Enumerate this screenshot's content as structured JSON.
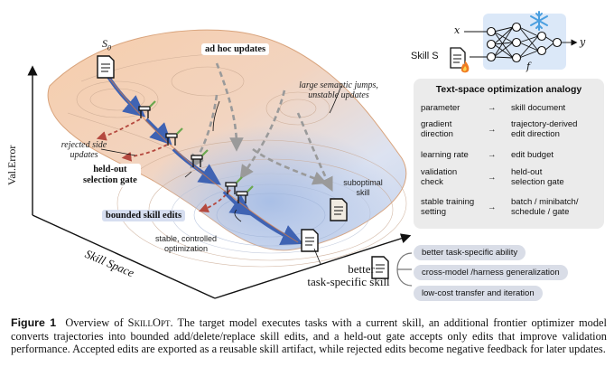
{
  "figure": {
    "axis_y_label": "Val.Error",
    "axis_x_label": "Skill Space",
    "s0_label": "S",
    "s0_sub": "0",
    "ad_hoc": "ad hoc updates",
    "large_jumps_line1": "large semantic jumps,",
    "large_jumps_line2": "unstable updates",
    "rejected_line1": "rejected side",
    "rejected_line2": "updates",
    "heldout_line1": "held-out",
    "heldout_line2": "selection gate",
    "bounded_edits": "bounded skill edits",
    "stable_line1": "stable, controlled",
    "stable_line2": "optimization",
    "suboptimal_line1": "suboptimal",
    "suboptimal_line2": "skill",
    "better_line1": "better",
    "better_line2": "task-specific skill",
    "model_x": "x",
    "model_y": "y",
    "model_f": "f",
    "model_skill": "Skill S"
  },
  "analogy": {
    "title": "Text-space optimization analogy",
    "arrow": "→",
    "rows": [
      {
        "left": [
          "parameter"
        ],
        "right": [
          "skill document"
        ]
      },
      {
        "left": [
          "gradient",
          "direction"
        ],
        "right": [
          "trajectory-derived",
          "edit direction"
        ]
      },
      {
        "left": [
          "learning rate"
        ],
        "right": [
          "edit budget"
        ]
      },
      {
        "left": [
          "validation",
          "check"
        ],
        "right": [
          "held-out",
          "selection gate"
        ]
      },
      {
        "left": [
          "stable training",
          "setting"
        ],
        "right": [
          "batch / minibatch/",
          "schedule / gate"
        ]
      }
    ]
  },
  "benefits": [
    "better task-specific ability",
    "cross-model /harness generalization",
    "low-cost transfer and iteration"
  ],
  "caption": {
    "label": "Figure 1",
    "prefix": "Overview of ",
    "name": "SkillOpt",
    "body": ". The target model executes tasks with a current skill, an additional frontier optimizer model converts trajectories into bounded add/delete/replace skill edits, and a held-out gate accepts only edits that improve validation performance. Accepted edits are exported as a reusable skill artifact, while rejected edits become negative feedback for later updates."
  },
  "colors": {
    "surface_peach": "#f3c29c",
    "surface_blue": "#c9d6ee",
    "path_blue": "#3f63b3",
    "reject_red": "#b5493f",
    "gate_green": "#6aa84f",
    "dashed_gray": "#9a9a9a",
    "panel_gray": "#ebebeb",
    "pill_blue_gray": "#d9dde7",
    "snow_blue": "#4a9fe0",
    "fire_orange": "#f07b22"
  }
}
